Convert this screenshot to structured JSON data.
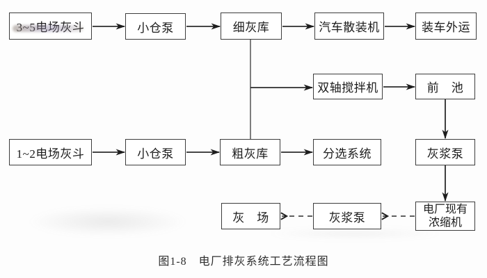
{
  "diagram": {
    "caption": "图1-8　电厂排灰系统工艺流程图",
    "nodes": [
      {
        "id": "hopper-3-5",
        "label": "3~5电场灰斗"
      },
      {
        "id": "silo-pump-a",
        "label": "小仓泵"
      },
      {
        "id": "fine-ash-silo",
        "label": "细灰库"
      },
      {
        "id": "truck-bulk-loader",
        "label": "汽车散装机"
      },
      {
        "id": "truck-out",
        "label": "装车外运"
      },
      {
        "id": "twin-shaft-mixer",
        "label": "双轴搅拌机"
      },
      {
        "id": "fore-pool",
        "label": "前　池"
      },
      {
        "id": "hopper-1-2",
        "label": "1~2电场灰斗"
      },
      {
        "id": "silo-pump-b",
        "label": "小仓泵"
      },
      {
        "id": "coarse-ash-silo",
        "label": "粗灰库"
      },
      {
        "id": "sorting-system",
        "label": "分选系统"
      },
      {
        "id": "slurry-pump-right",
        "label": "灰浆泵"
      },
      {
        "id": "ash-yard",
        "label": "灰　场"
      },
      {
        "id": "slurry-pump-bottom",
        "label": "灰浆泵"
      },
      {
        "id": "existing-thickener",
        "label": "电厂现有浓缩机",
        "lines": [
          "电厂现有",
          "浓缩机"
        ]
      }
    ],
    "edges": [
      {
        "from": "hopper-3-5",
        "to": "silo-pump-a",
        "type": "arrow-solid"
      },
      {
        "from": "silo-pump-a",
        "to": "fine-ash-silo",
        "type": "arrow-solid"
      },
      {
        "from": "fine-ash-silo",
        "to": "truck-bulk-loader",
        "type": "arrow-solid"
      },
      {
        "from": "truck-bulk-loader",
        "to": "truck-out",
        "type": "arrow-solid"
      },
      {
        "from": "fine-ash-silo",
        "to": "coarse-ash-silo",
        "type": "line-solid"
      },
      {
        "from": "fine-ash-silo",
        "to": "twin-shaft-mixer",
        "type": "arrow-solid"
      },
      {
        "from": "twin-shaft-mixer",
        "to": "fore-pool",
        "type": "arrow-solid"
      },
      {
        "from": "fore-pool",
        "to": "slurry-pump-right",
        "type": "arrow-solid"
      },
      {
        "from": "hopper-1-2",
        "to": "silo-pump-b",
        "type": "arrow-solid"
      },
      {
        "from": "silo-pump-b",
        "to": "coarse-ash-silo",
        "type": "arrow-solid"
      },
      {
        "from": "coarse-ash-silo",
        "to": "sorting-system",
        "type": "arrow-solid"
      },
      {
        "from": "slurry-pump-right",
        "to": "existing-thickener",
        "type": "arrow-solid"
      },
      {
        "from": "existing-thickener",
        "to": "slurry-pump-bottom",
        "type": "arrow-dashed"
      },
      {
        "from": "slurry-pump-bottom",
        "to": "ash-yard",
        "type": "arrow-dashed"
      }
    ],
    "colors": {
      "line": "#2b2b2b",
      "box_border": "#3c3c3c",
      "text": "#1c1c1c",
      "background": "#fdfdfd"
    }
  }
}
